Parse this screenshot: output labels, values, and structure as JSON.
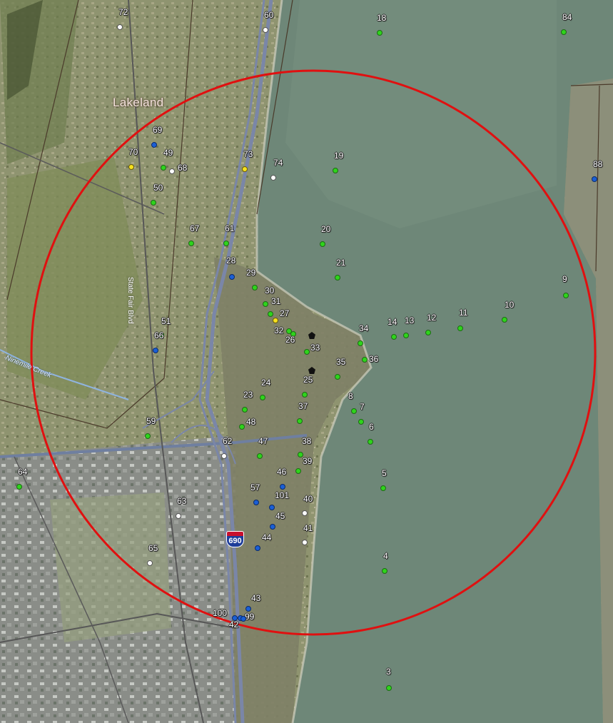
{
  "map": {
    "place_label": "Lakeland",
    "road_label": "State Fair Blvd",
    "creek_label": "Ninemile Creek",
    "highway_shield": "690",
    "buffer_color": "#e01010",
    "colors": {
      "green": "#2fd41c",
      "blue": "#1a5fd6",
      "white": "#ffffff",
      "yellow": "#f6e21e",
      "water": "#6e8778"
    },
    "points": [
      {
        "id": "72",
        "color": "white"
      },
      {
        "id": "60",
        "color": "white"
      },
      {
        "id": "18",
        "color": "green"
      },
      {
        "id": "84",
        "color": "green"
      },
      {
        "id": "69",
        "color": "blue"
      },
      {
        "id": "70",
        "color": "yellow"
      },
      {
        "id": "49",
        "color": "green"
      },
      {
        "id": "68",
        "color": "white"
      },
      {
        "id": "73",
        "color": "yellow"
      },
      {
        "id": "74",
        "color": "white"
      },
      {
        "id": "19",
        "color": "green"
      },
      {
        "id": "88",
        "color": "blue"
      },
      {
        "id": "50",
        "color": "green"
      },
      {
        "id": "67",
        "color": "green"
      },
      {
        "id": "61",
        "color": "green"
      },
      {
        "id": "20",
        "color": "green"
      },
      {
        "id": "28",
        "color": "blue"
      },
      {
        "id": "29",
        "color": "green"
      },
      {
        "id": "21",
        "color": "green"
      },
      {
        "id": "9",
        "color": "green"
      },
      {
        "id": "30",
        "color": "green"
      },
      {
        "id": "31",
        "color": "green"
      },
      {
        "id": "27",
        "color": "yellow"
      },
      {
        "id": "10",
        "color": "green"
      },
      {
        "id": "11",
        "color": "green"
      },
      {
        "id": "12",
        "color": "green"
      },
      {
        "id": "13",
        "color": "green"
      },
      {
        "id": "14",
        "color": "green"
      },
      {
        "id": "34",
        "color": "green"
      },
      {
        "id": "32",
        "color": "green"
      },
      {
        "id": "26",
        "color": "green"
      },
      {
        "id": "51",
        "color": "green"
      },
      {
        "id": "66",
        "color": "blue"
      },
      {
        "id": "33",
        "color": "green"
      },
      {
        "id": "36",
        "color": "green"
      },
      {
        "id": "35",
        "color": "green"
      },
      {
        "id": "25",
        "color": "green"
      },
      {
        "id": "24",
        "color": "green"
      },
      {
        "id": "23",
        "color": "green"
      },
      {
        "id": "8",
        "color": "green"
      },
      {
        "id": "7",
        "color": "green"
      },
      {
        "id": "37",
        "color": "green"
      },
      {
        "id": "59",
        "color": "green"
      },
      {
        "id": "48",
        "color": "green"
      },
      {
        "id": "6",
        "color": "green"
      },
      {
        "id": "62",
        "color": "white"
      },
      {
        "id": "47",
        "color": "green"
      },
      {
        "id": "38",
        "color": "green"
      },
      {
        "id": "39",
        "color": "green"
      },
      {
        "id": "64",
        "color": "green"
      },
      {
        "id": "46",
        "color": "blue"
      },
      {
        "id": "5",
        "color": "green"
      },
      {
        "id": "57",
        "color": "blue"
      },
      {
        "id": "101",
        "color": "blue"
      },
      {
        "id": "40",
        "color": "white"
      },
      {
        "id": "63",
        "color": "white"
      },
      {
        "id": "45",
        "color": "blue"
      },
      {
        "id": "41",
        "color": "white"
      },
      {
        "id": "44",
        "color": "blue"
      },
      {
        "id": "65",
        "color": "white"
      },
      {
        "id": "4",
        "color": "green"
      },
      {
        "id": "43",
        "color": "blue"
      },
      {
        "id": "100",
        "color": "blue"
      },
      {
        "id": "99",
        "color": "blue"
      },
      {
        "id": "42",
        "color": "blue"
      },
      {
        "id": "3",
        "color": "green"
      }
    ]
  }
}
